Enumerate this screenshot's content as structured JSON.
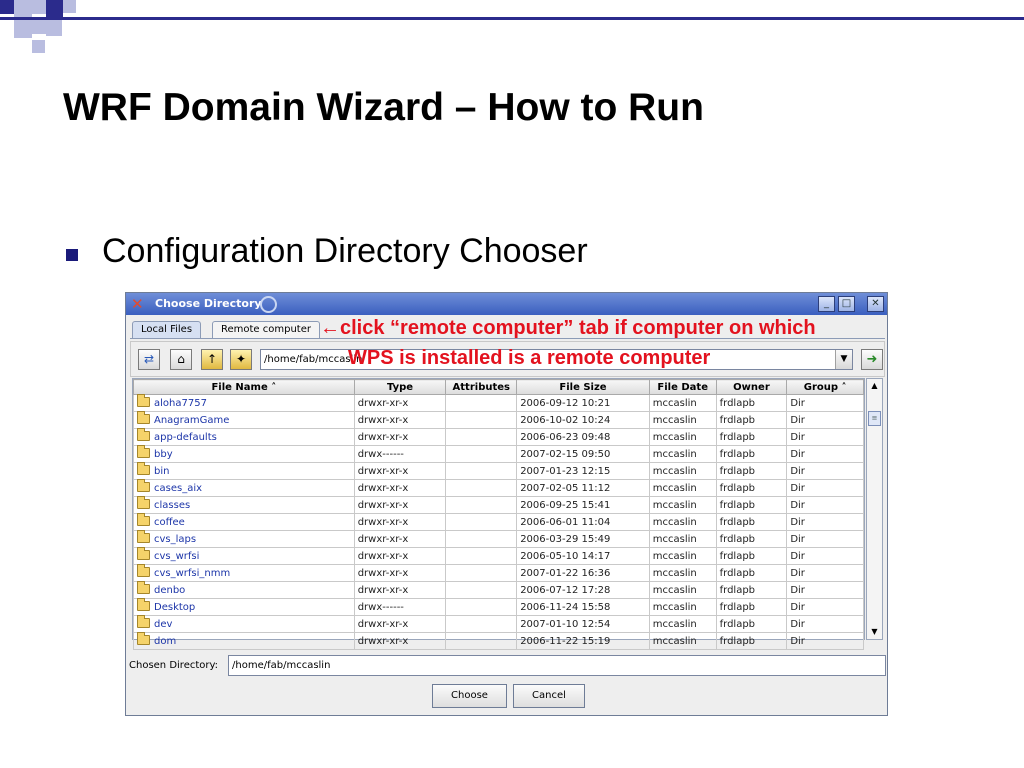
{
  "slide": {
    "title": "WRF Domain Wizard – How to Run",
    "bullet": "Configuration Directory Chooser"
  },
  "dialog": {
    "title": "Choose Directory",
    "tabs": [
      "Local Files",
      "Remote computer"
    ],
    "path": "/home/fab/mccaslin",
    "columns": [
      "File Name",
      "Type",
      "Attributes",
      "File Size",
      "File Date",
      "Owner",
      "Group"
    ],
    "rows": [
      [
        "aloha7757",
        "drwxr-xr-x",
        "",
        "2006-09-12 10:21",
        "mccaslin",
        "frdlapb",
        "Dir"
      ],
      [
        "AnagramGame",
        "drwxr-xr-x",
        "",
        "2006-10-02 10:24",
        "mccaslin",
        "frdlapb",
        "Dir"
      ],
      [
        "app-defaults",
        "drwxr-xr-x",
        "",
        "2006-06-23 09:48",
        "mccaslin",
        "frdlapb",
        "Dir"
      ],
      [
        "bby",
        "drwx------",
        "",
        "2007-02-15 09:50",
        "mccaslin",
        "frdlapb",
        "Dir"
      ],
      [
        "bin",
        "drwxr-xr-x",
        "",
        "2007-01-23 12:15",
        "mccaslin",
        "frdlapb",
        "Dir"
      ],
      [
        "cases_aix",
        "drwxr-xr-x",
        "",
        "2007-02-05 11:12",
        "mccaslin",
        "frdlapb",
        "Dir"
      ],
      [
        "classes",
        "drwxr-xr-x",
        "",
        "2006-09-25 15:41",
        "mccaslin",
        "frdlapb",
        "Dir"
      ],
      [
        "coffee",
        "drwxr-xr-x",
        "",
        "2006-06-01 11:04",
        "mccaslin",
        "frdlapb",
        "Dir"
      ],
      [
        "cvs_laps",
        "drwxr-xr-x",
        "",
        "2006-03-29 15:49",
        "mccaslin",
        "frdlapb",
        "Dir"
      ],
      [
        "cvs_wrfsi",
        "drwxr-xr-x",
        "",
        "2006-05-10 14:17",
        "mccaslin",
        "frdlapb",
        "Dir"
      ],
      [
        "cvs_wrfsi_nmm",
        "drwxr-xr-x",
        "",
        "2007-01-22 16:36",
        "mccaslin",
        "frdlapb",
        "Dir"
      ],
      [
        "denbo",
        "drwxr-xr-x",
        "",
        "2006-07-12 17:28",
        "mccaslin",
        "frdlapb",
        "Dir"
      ],
      [
        "Desktop",
        "drwx------",
        "",
        "2006-11-24 15:58",
        "mccaslin",
        "frdlapb",
        "Dir"
      ],
      [
        "dev",
        "drwxr-xr-x",
        "",
        "2007-01-10 12:54",
        "mccaslin",
        "frdlapb",
        "Dir"
      ],
      [
        "dom",
        "drwxr-xr-x",
        "",
        "2006-11-22 15:19",
        "mccaslin",
        "frdlapb",
        "Dir"
      ]
    ],
    "chosen_label": "Chosen Directory:",
    "chosen_value": "/home/fab/mccaslin",
    "choose_button": "Choose",
    "cancel_button": "Cancel"
  },
  "annotation": {
    "line1": "←click “remote computer” tab if computer on which",
    "line2": "WPS is installed is a remote computer"
  },
  "colors": {
    "annotation": "#e3121e",
    "titlebar": "#3a5fbf",
    "bullet": "#1a1a7a"
  }
}
